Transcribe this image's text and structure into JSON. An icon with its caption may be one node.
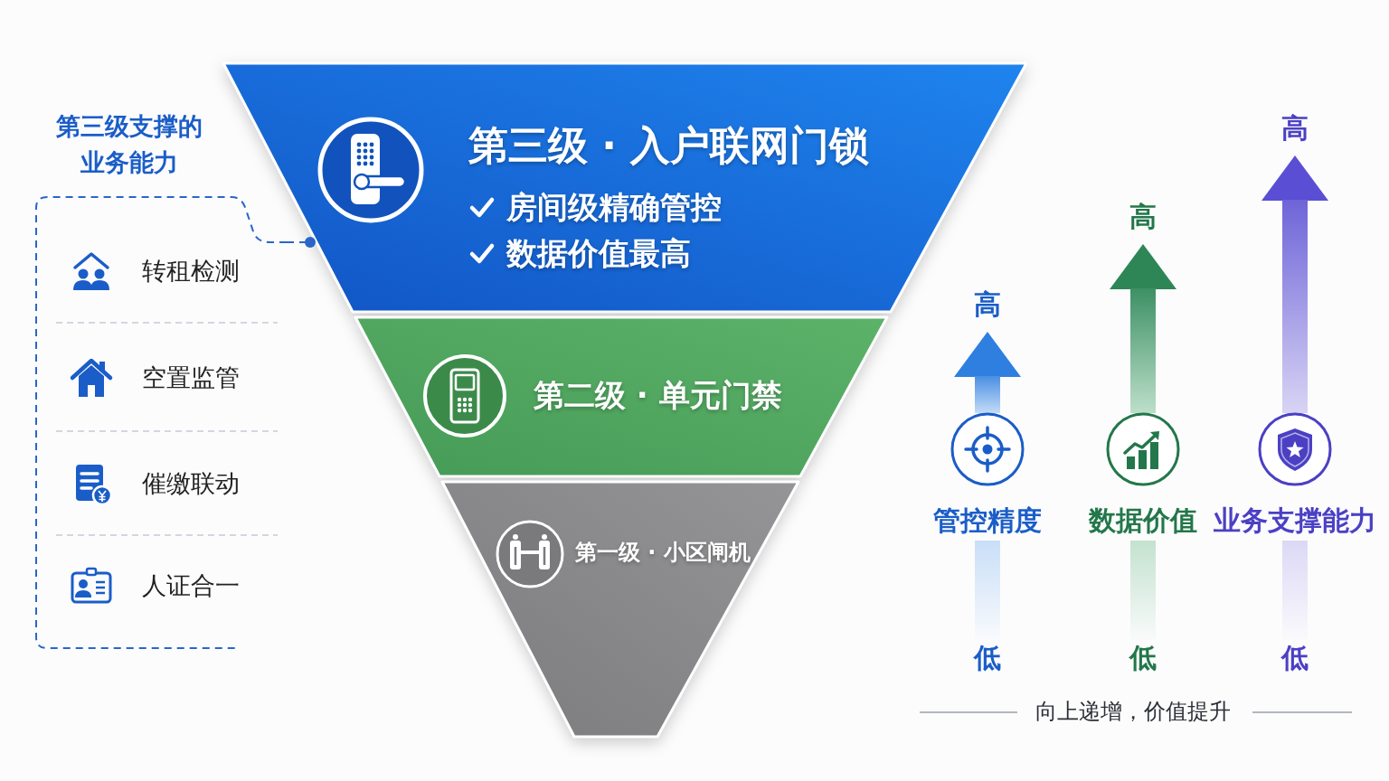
{
  "diagram": {
    "nodes": [
      {
        "text": [
          "第三级 · 入户联网门锁",
          "房间级精确管控",
          "数据价值最高"
        ]
      },
      {
        "text": [
          "第二级 · 单元门禁"
        ]
      },
      {
        "text": [
          "第一级 · 小区闸机"
        ]
      },
      {
        "text": [
          "第三级支撑的业务能力"
        ]
      },
      {
        "text": [
          "转租检测"
        ],
        "in": 3
      },
      {
        "text": [
          "空置监管"
        ],
        "in": 3
      },
      {
        "text": [
          "催缴联动"
        ],
        "in": 3
      },
      {
        "text": [
          "人证合一"
        ],
        "in": 3
      },
      {
        "text": [
          "管控精度"
        ]
      },
      {
        "text": [
          "数据价值"
        ]
      },
      {
        "text": [
          "业务支撑能力"
        ]
      }
    ],
    "edges": [
      {
        "from": 3,
        "to": 0,
        "arrow": "other",
        "style": "dashed"
      }
    ],
    "labels": [
      "高",
      "高",
      "高",
      "低",
      "低",
      "低",
      "向上递增，价值提升"
    ]
  }
}
